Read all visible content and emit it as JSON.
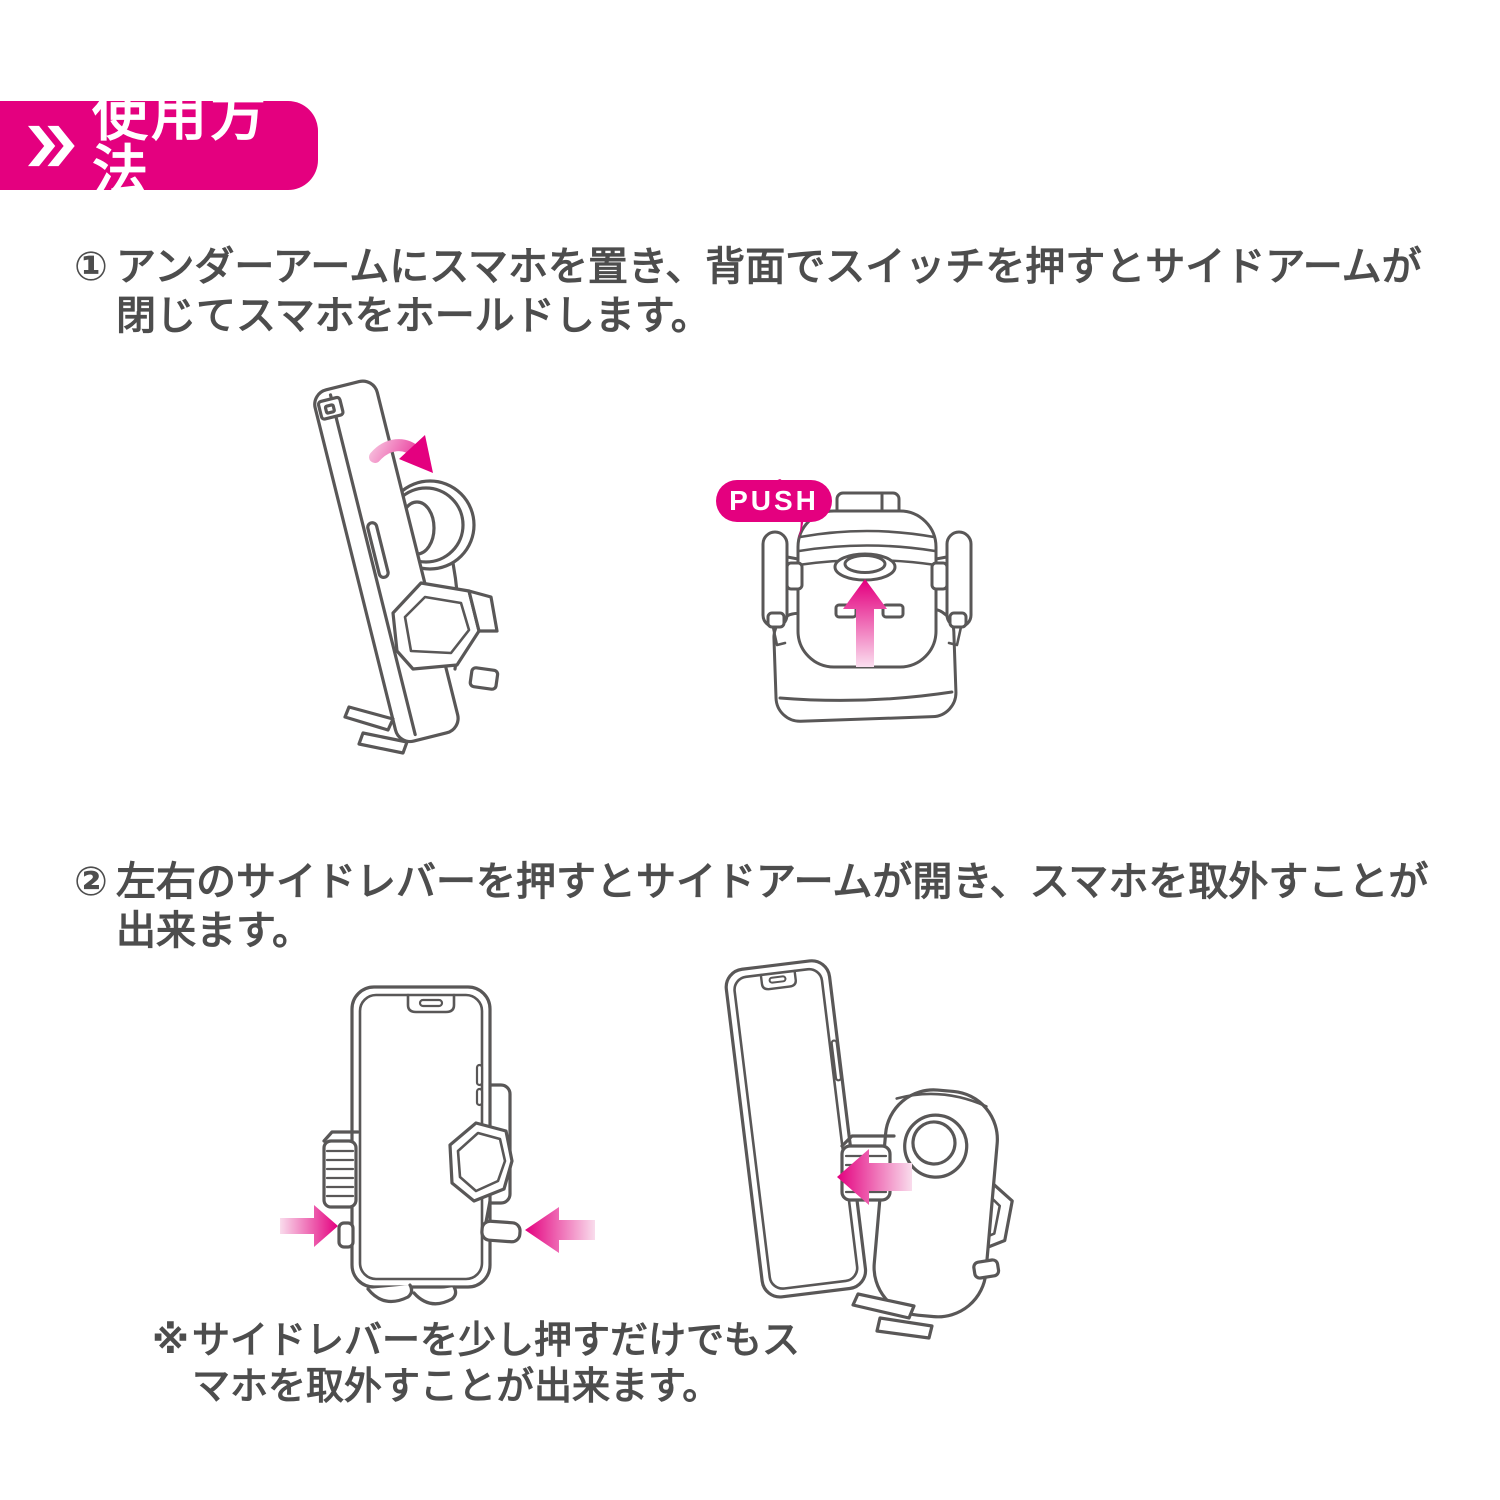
{
  "header": {
    "chevron_icon": "double-chevron-right",
    "title": "使用方法"
  },
  "steps": [
    {
      "number": "①",
      "line1": "アンダーアームにスマホを置き、背面でスイッチを押すとサイドアームが",
      "line2": "閉じてスマホをホールドします。"
    },
    {
      "number": "②",
      "line1": "左右のサイドレバーを押すとサイドアームが開き、スマホを取外すことが",
      "line2": "出来ます。"
    }
  ],
  "figures": {
    "push_label": "PUSH",
    "fig1": "holder-side-view-phone-tilted-with-rotate-arrow",
    "fig2": "holder-rear-view-push-switch-with-up-arrow",
    "fig3": "holder-front-view-phone-held-side-lever-arrows",
    "fig4": "holder-three-quarter-view-phone-released-arrow"
  },
  "note": {
    "marker": "※",
    "line1": "サイドレバーを少し押すだけでもス",
    "line2": "マホを取外すことが出来ます。"
  },
  "colors": {
    "accent_magenta": "#E4007F",
    "accent_light_pink": "#F7C3DF",
    "text_gray": "#4D4D4D",
    "line_art_gray": "#595757",
    "background": "#FFFFFF"
  }
}
